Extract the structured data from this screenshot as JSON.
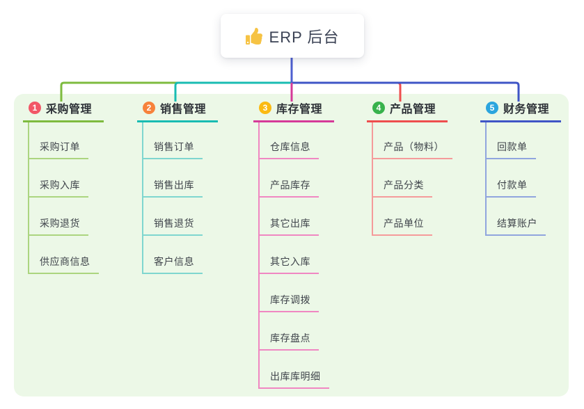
{
  "canvas": {
    "background": "#FFFFFF",
    "panel_background": "#ECF8E7"
  },
  "root": {
    "label": "ERP 后台",
    "icon": "thumbs-up-icon",
    "icon_color": "#F6C344",
    "stem_color": "#4E5FD0"
  },
  "branches": [
    {
      "badge": "1",
      "label": "采购管理",
      "colors": {
        "badge": "#F25767",
        "line": "#7EBB3F",
        "child_line": "#ABD57F"
      },
      "children": [
        "采购订单",
        "采购入库",
        "采购退货",
        "供应商信息"
      ]
    },
    {
      "badge": "2",
      "label": "销售管理",
      "colors": {
        "badge": "#F7823B",
        "line": "#19BCB2",
        "child_line": "#7FD6CF"
      },
      "children": [
        "销售订单",
        "销售出库",
        "销售退货",
        "客户信息"
      ]
    },
    {
      "badge": "3",
      "label": "库存管理",
      "colors": {
        "badge": "#FBBA12",
        "line": "#D53A98",
        "child_line": "#F087C2"
      },
      "children": [
        "仓库信息",
        "产品库存",
        "其它出库",
        "其它入库",
        "库存调拨",
        "库存盘点",
        "出库库明细"
      ]
    },
    {
      "badge": "4",
      "label": "产品管理",
      "colors": {
        "badge": "#38B24C",
        "line": "#EE4E4E",
        "child_line": "#F59B9B"
      },
      "children": [
        "产品（物料）",
        "产品分类",
        "产品单位"
      ]
    },
    {
      "badge": "5",
      "label": "财务管理",
      "colors": {
        "badge": "#2BA5DE",
        "line": "#3F55C6",
        "child_line": "#90A5DE"
      },
      "children": [
        "回款单",
        "付款单",
        "结算账户"
      ]
    }
  ]
}
